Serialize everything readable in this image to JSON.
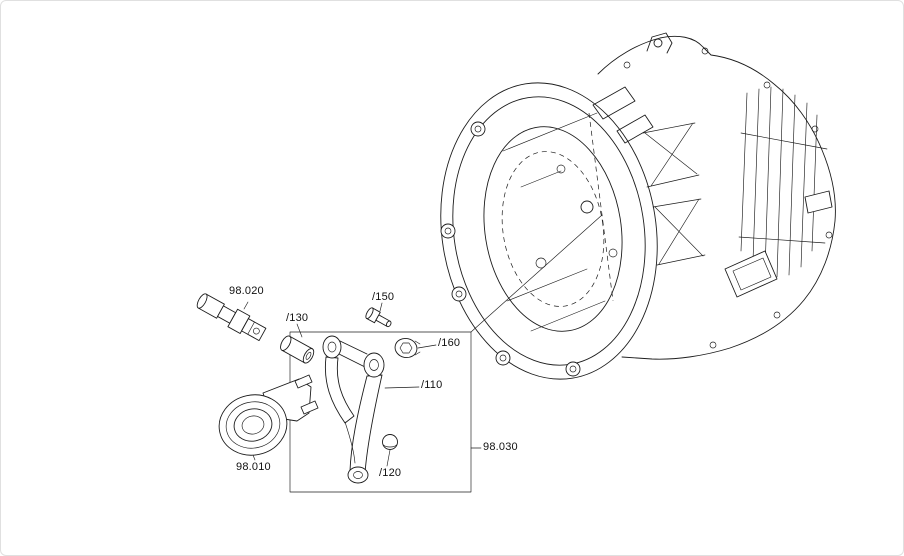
{
  "figure": {
    "type": "exploded-parts-diagram",
    "background_color": "#ffffff",
    "line_color": "#1c1c1c",
    "label_color": "#111111"
  },
  "labels": [
    {
      "id": "98.020",
      "text": "98.020"
    },
    {
      "id": "150",
      "text": "/150"
    },
    {
      "id": "130",
      "text": "/130"
    },
    {
      "id": "160",
      "text": "/160"
    },
    {
      "id": "110",
      "text": "/110"
    },
    {
      "id": "98.030",
      "text": "98.030"
    },
    {
      "id": "120",
      "text": "/120"
    },
    {
      "id": "98.010",
      "text": "98.010"
    }
  ]
}
